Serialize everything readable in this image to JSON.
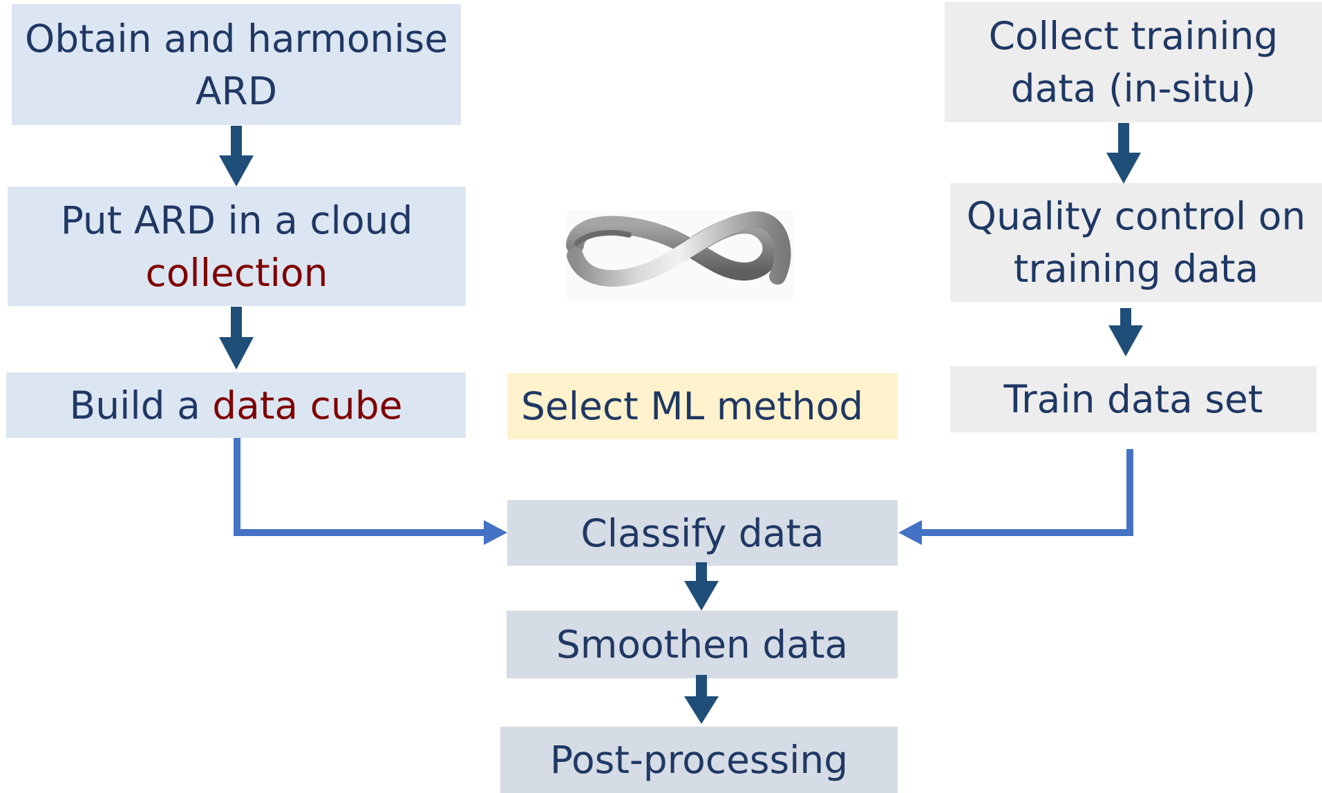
{
  "left_steps": {
    "obtain": {
      "line1": "Obtain and harmonise",
      "line2": "ARD"
    },
    "put": {
      "line1": "Put ARD in a cloud",
      "line2_accent": "collection"
    },
    "build": {
      "prefix": "Build a ",
      "accent": "data cube"
    }
  },
  "right_steps": {
    "collect": {
      "line1": "Collect training",
      "line2": "data (in-situ)"
    },
    "quality": {
      "line1": "Quality control on",
      "line2": "training data"
    },
    "train": {
      "label": "Train data set"
    }
  },
  "center_steps": {
    "select": {
      "label": "Select ML method"
    },
    "classify": {
      "label": "Classify data"
    },
    "smoothen": {
      "label": "Smoothen data"
    },
    "post": {
      "label": "Post-processing"
    }
  },
  "colors": {
    "text": "#1f3864",
    "accent": "#7f0000",
    "arrow_dark": "#1f4e79",
    "arrow_light": "#4472c4",
    "box_blue": "#dce6f2",
    "box_gray": "#ededed",
    "box_yellow": "#fff2cc",
    "box_slate": "#d6dce5"
  },
  "icon": "infinity-ribbon-icon"
}
